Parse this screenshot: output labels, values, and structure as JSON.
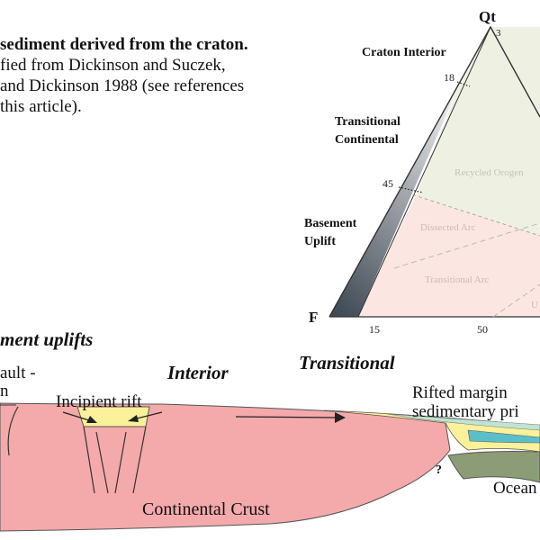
{
  "caption": {
    "line1": "sediment derived from the craton.",
    "line2": "fied from Dickinson and Suczek,",
    "line3": "and Dickinson 1988 (see references",
    "line4": "this article)."
  },
  "ternary": {
    "apex_top": "Qt",
    "apex_left": "F",
    "fields_left": {
      "craton_interior": "Craton Interior",
      "transitional_continental_1": "Transitional",
      "transitional_continental_2": "Continental",
      "basement_uplift_1": "Basement",
      "basement_uplift_2": "Uplift"
    },
    "ticks": {
      "t3": "3",
      "t18": "18",
      "t45": "45",
      "t15": "15",
      "t50": "50"
    },
    "fields_inner": {
      "recycled_orogen": "Recycled Orogen",
      "dissected_arc": "Dissected Arc",
      "transitional_arc": "Transitional Arc",
      "undissected_partial": "U"
    },
    "colors": {
      "recycled_orogen": "#eef1e2",
      "arc": "#fbe6e2",
      "bar_dark": "#3a4550",
      "bar_light": "#ffffff"
    }
  },
  "cross_section": {
    "basement_uplifts": "ment uplifts",
    "interior": "Interior",
    "transitional": "Transitional",
    "fault_1": "ault -",
    "fault_2": "n",
    "incipient_rift": "Incipient rift",
    "rifted_margin_1": "Rifted margin",
    "rifted_margin_2": "sedimentary pri",
    "question": "?",
    "ocean": "Ocean",
    "continental_crust": "Continental Crust",
    "colors": {
      "crust": "#f4a9aa",
      "sediment_yellow": "#fbf19a",
      "ocean_teal": "#5bbfc9",
      "ocean_crust": "#8c9c76",
      "pale_teal": "#bfe4d2"
    }
  }
}
